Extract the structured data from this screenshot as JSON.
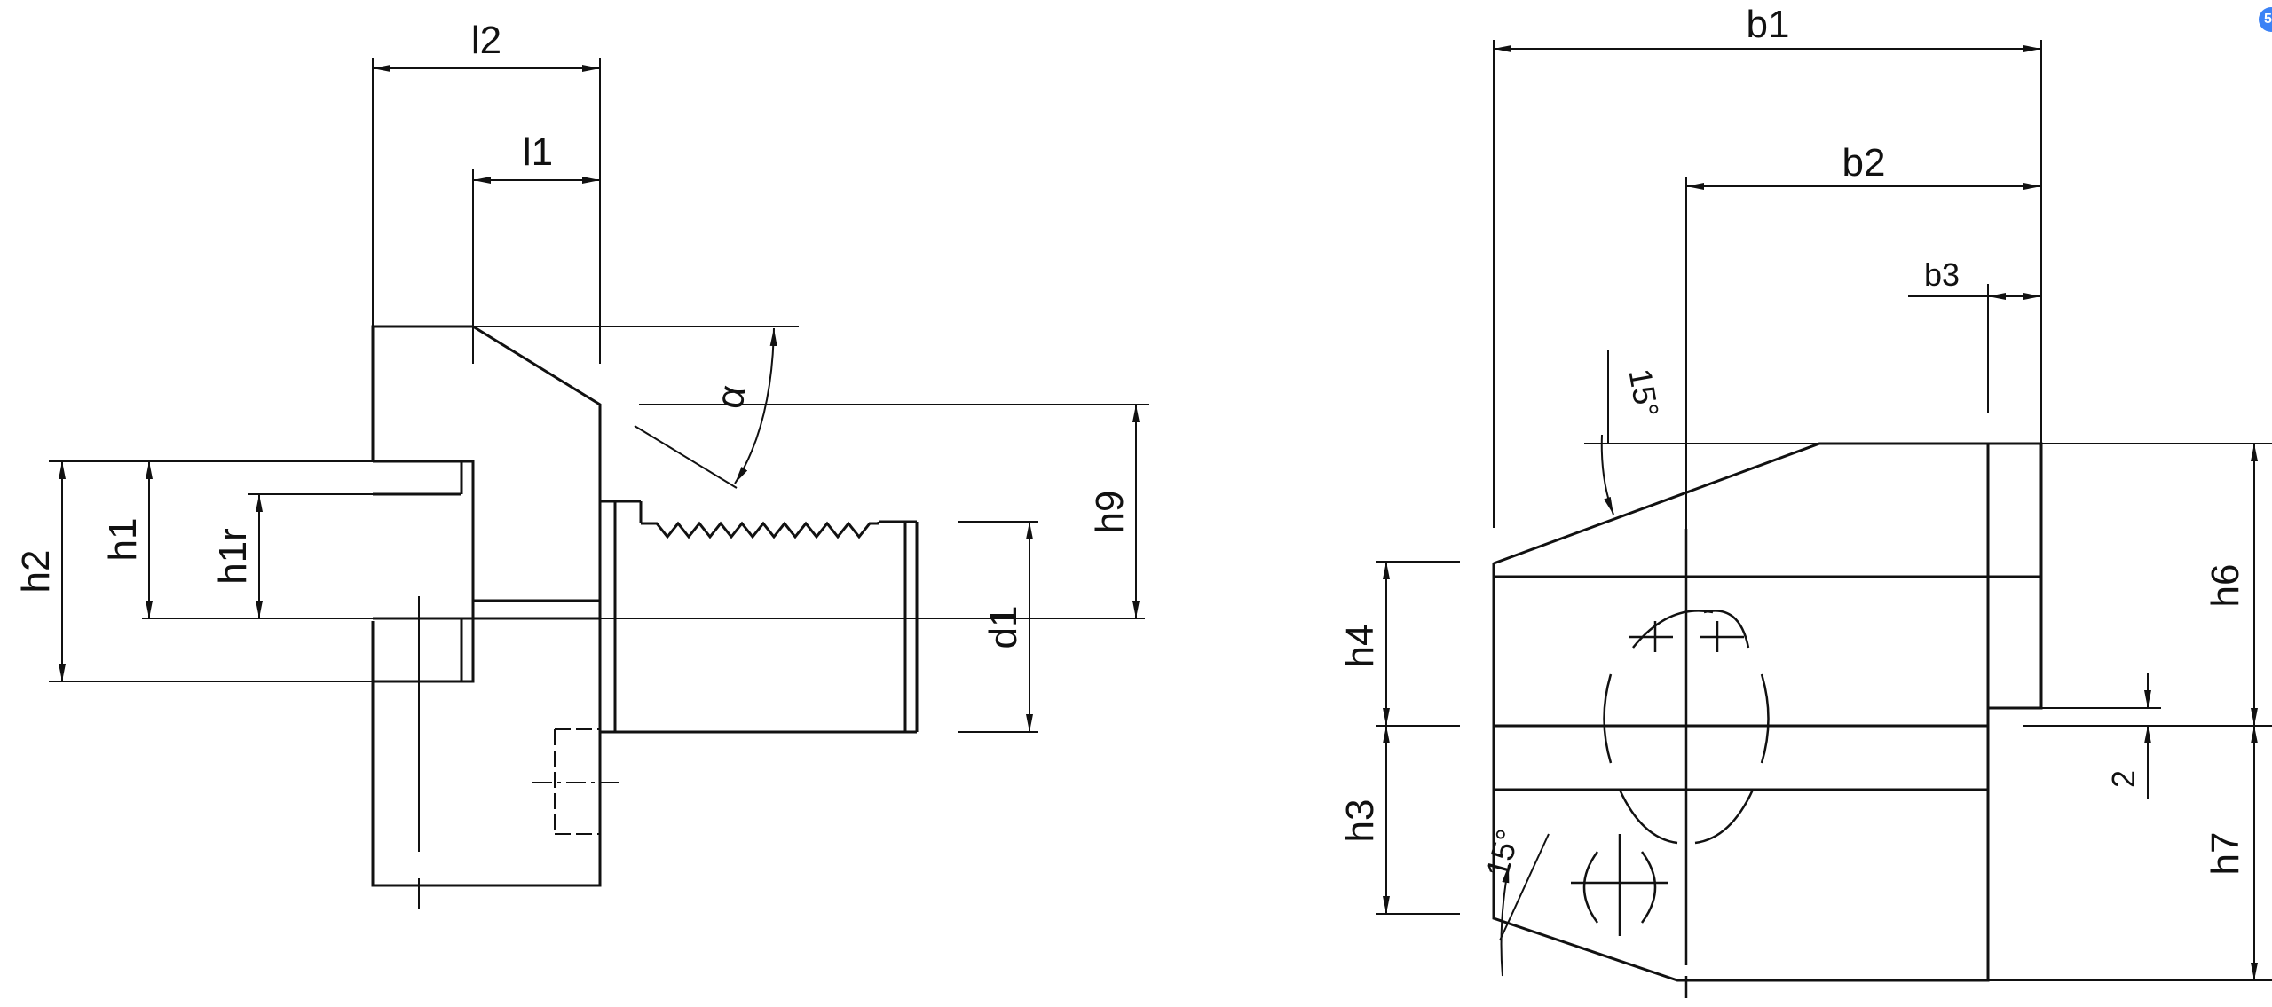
{
  "labels": {
    "l2": "l2",
    "l1": "l1",
    "alpha": "α",
    "h9": "h9",
    "h2": "h2",
    "h1": "h1",
    "h1r": "h1r",
    "d1": "d1",
    "b1": "b1",
    "b2": "b2",
    "b3": "b3",
    "angle_top": "15°",
    "angle_bottom": "15°",
    "h6": "h6",
    "h4": "h4",
    "h3": "h3",
    "h7": "h7",
    "two": "2"
  },
  "badge": "5",
  "colors": {
    "line": "#111111",
    "background": "#ffffff",
    "badge": "#3b82f6"
  }
}
